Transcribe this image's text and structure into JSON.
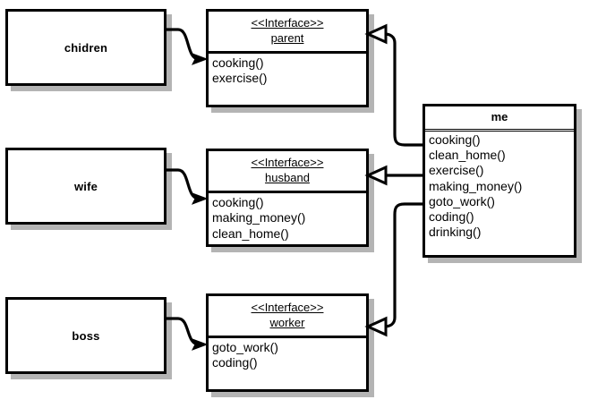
{
  "diagram": {
    "title": "UML class diagram: me implements parent, husband and worker interfaces",
    "type": "uml-class-diagram",
    "colors": {
      "stroke": "#000000",
      "fill": "#ffffff",
      "shadow": "#b4b4b4",
      "background": "#ffffff"
    }
  },
  "implementors": [
    {
      "id": "chidren",
      "label": "chidren"
    },
    {
      "id": "wife",
      "label": "wife"
    },
    {
      "id": "boss",
      "label": "boss"
    }
  ],
  "interfaces": [
    {
      "id": "parent",
      "stereotype": "<<Interface>>",
      "name": "parent",
      "methods": [
        "cooking()",
        "exercise()"
      ]
    },
    {
      "id": "husband",
      "stereotype": "<<Interface>>",
      "name": "husband",
      "methods": [
        "cooking()",
        "making_money()",
        "clean_home()"
      ]
    },
    {
      "id": "worker",
      "stereotype": "<<Interface>>",
      "name": "worker",
      "methods": [
        "goto_work()",
        "coding()"
      ]
    }
  ],
  "implementation_class": {
    "id": "me",
    "name": "me",
    "methods": [
      "cooking()",
      "clean_home()",
      "exercise()",
      "making_money()",
      "goto_work()",
      "coding()",
      "drinking()"
    ]
  },
  "edges": [
    {
      "id": "chidren-to-parent",
      "from": "chidren",
      "to": "parent",
      "arrow": "solid-filled",
      "style": "curved"
    },
    {
      "id": "wife-to-husband",
      "from": "wife",
      "to": "husband",
      "arrow": "solid-filled",
      "style": "curved"
    },
    {
      "id": "boss-to-worker",
      "from": "boss",
      "to": "worker",
      "arrow": "solid-filled",
      "style": "curved"
    },
    {
      "id": "me-to-parent",
      "from": "me",
      "to": "parent",
      "arrow": "hollow-triangle",
      "style": "elbow"
    },
    {
      "id": "me-to-husband",
      "from": "me",
      "to": "husband",
      "arrow": "hollow-triangle",
      "style": "straight"
    },
    {
      "id": "me-to-worker",
      "from": "me",
      "to": "worker",
      "arrow": "hollow-triangle",
      "style": "elbow"
    }
  ]
}
